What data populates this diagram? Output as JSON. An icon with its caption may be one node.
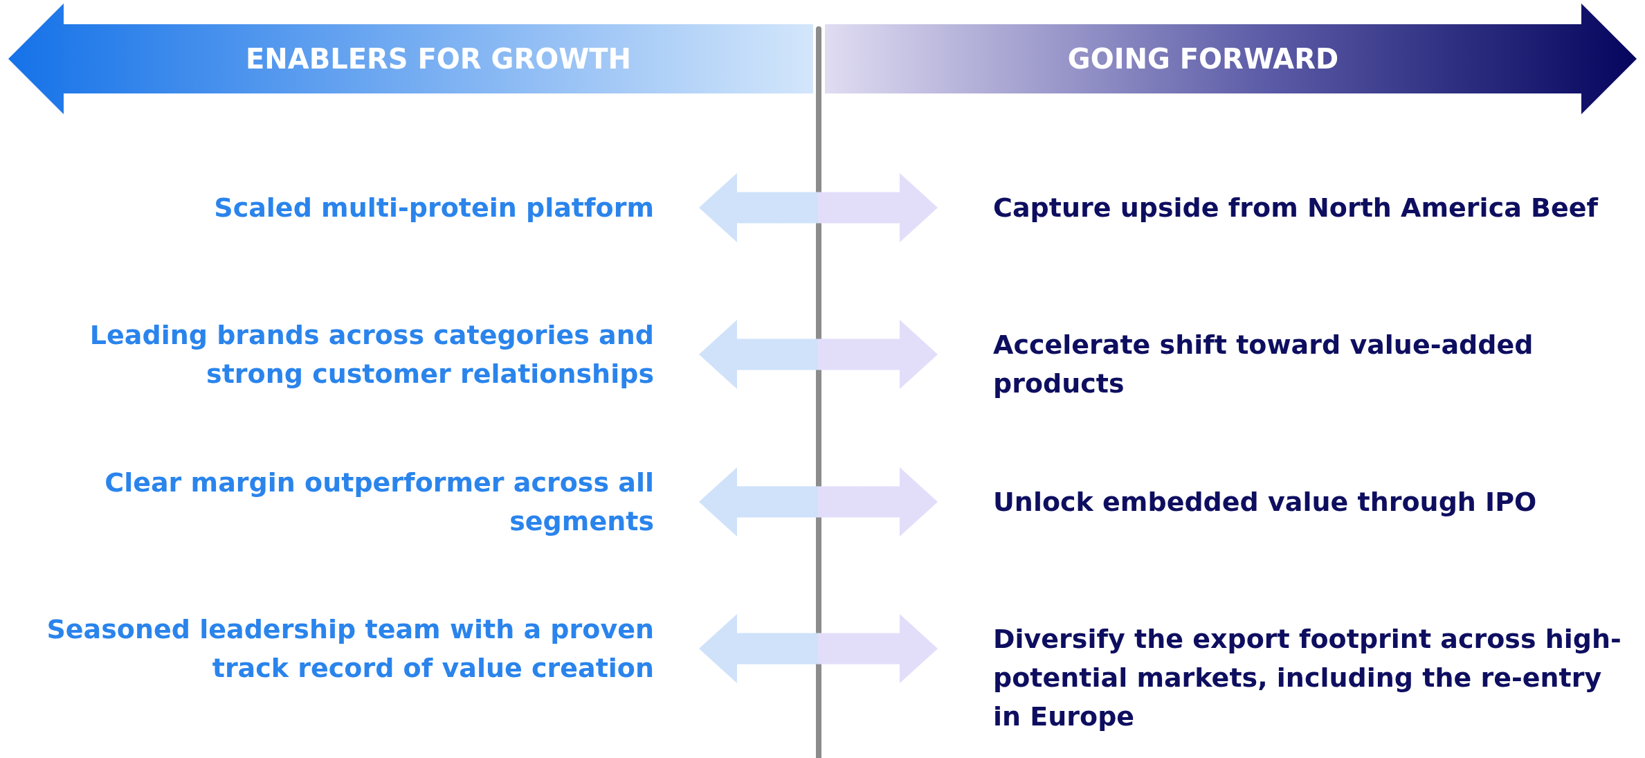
{
  "diagram": {
    "nodes": [
      {
        "text": [
          "ENABLERS FOR GROWTH"
        ]
      },
      {
        "text": [
          "GOING FORWARD"
        ]
      },
      {
        "text": [
          "Scaled multi-protein platform"
        ]
      },
      {
        "text": [
          "Leading brands across categories and strong customer relationships"
        ]
      },
      {
        "text": [
          "Clear margin outperformer across all segments"
        ]
      },
      {
        "text": [
          "Seasoned leadership team with a proven track record of value creation"
        ]
      },
      {
        "text": [
          "Capture upside from North America Beef"
        ]
      },
      {
        "text": [
          "Accelerate shift toward value-added products"
        ]
      },
      {
        "text": [
          "Unlock embedded value through IPO"
        ]
      },
      {
        "text": [
          "Diversify the export footprint across high-potential markets, including the re-entry in Europe"
        ]
      }
    ],
    "edges": [
      {
        "from": 2,
        "to": 6,
        "arrow": "both"
      },
      {
        "from": 3,
        "to": 7,
        "arrow": "both"
      },
      {
        "from": 4,
        "to": 8,
        "arrow": "both"
      },
      {
        "from": 5,
        "to": 9,
        "arrow": "both"
      }
    ]
  }
}
